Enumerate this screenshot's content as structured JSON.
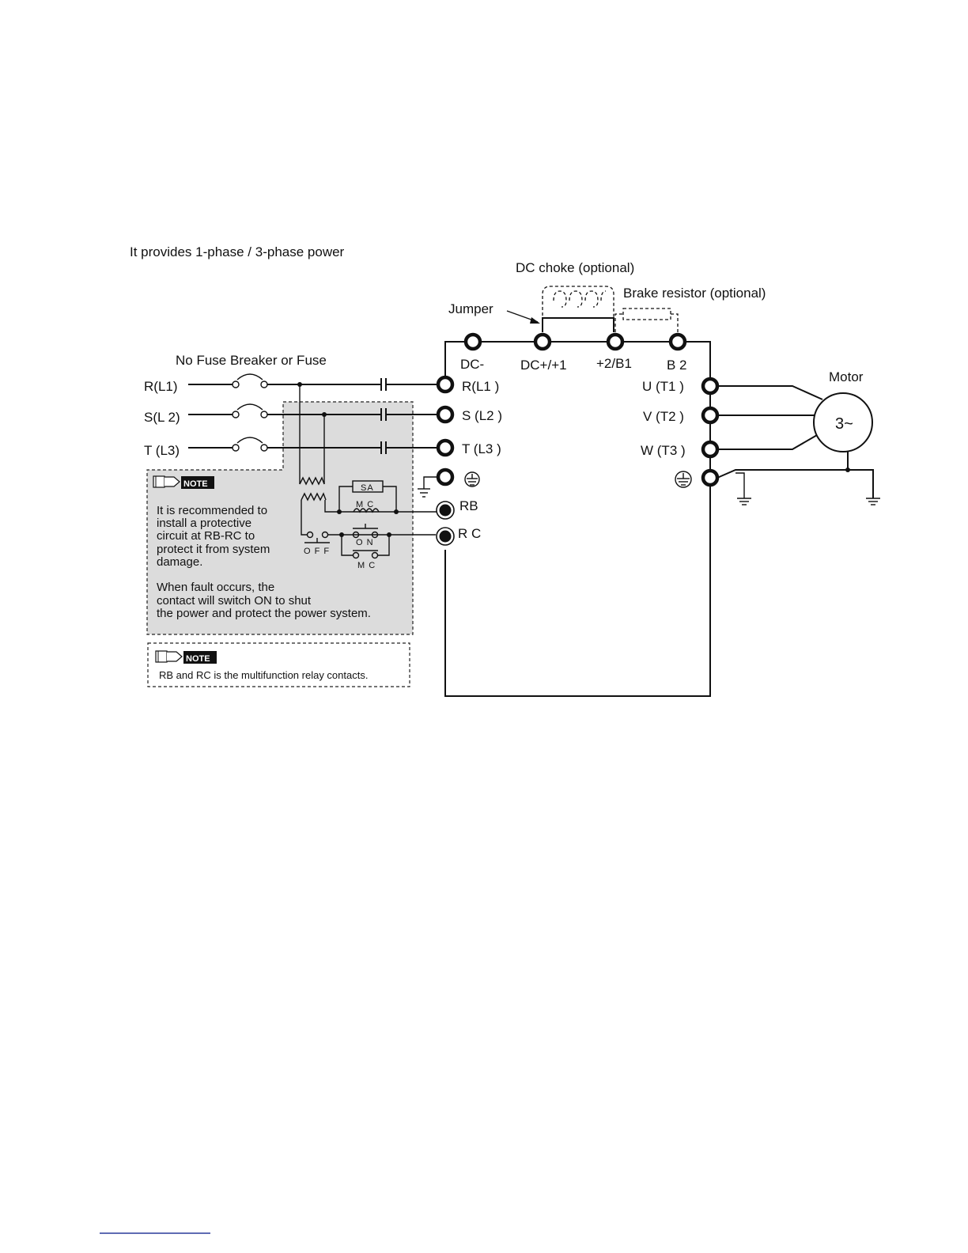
{
  "header_note": "It provides 1-phase / 3-phase power",
  "labels": {
    "dc_choke": "DC choke (optional)",
    "brake_resistor": "Brake resistor (optional)",
    "jumper": "Jumper",
    "breaker": "No Fuse Breaker or Fuse",
    "motor": "Motor",
    "motor_symbol": "3~"
  },
  "input_lines": [
    "R(L1)",
    "S(L 2)",
    "T (L3)"
  ],
  "top_terminals": [
    "DC-",
    "DC+/+1",
    "+2/B1",
    "B 2"
  ],
  "input_terminals": [
    "R(L1 )",
    "S (L2 )",
    "T (L3 )"
  ],
  "output_terminals": [
    "U (T1 )",
    "V (T2 )",
    "W (T3 )"
  ],
  "relay_terminals": [
    "RB",
    "R C"
  ],
  "relay_circuit": {
    "surge_absorber": "SA",
    "mc_coil": "M C",
    "on_switch": "O N",
    "off_switch": "O F F",
    "mc_contact": "M C"
  },
  "note_badge": "NOTE",
  "note1": {
    "lines": [
      "It is recommended to",
      "install a protective",
      "circuit at RB-RC to",
      "protect it from system",
      "damage.",
      "",
      "When fault occurs, the",
      "contact will switch ON to shut",
      "the power and protect the power system."
    ]
  },
  "note2": {
    "text": "RB and RC is the multifunction relay contacts."
  }
}
